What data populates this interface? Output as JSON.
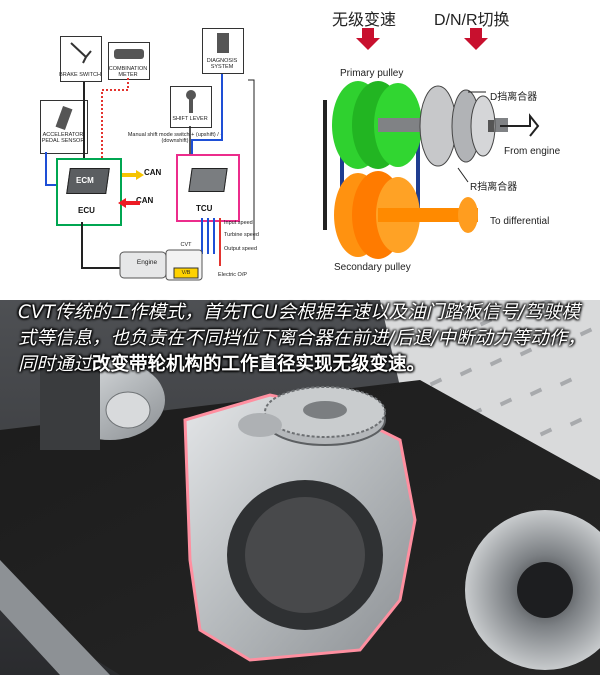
{
  "schematic": {
    "brake_switch": "BRAKE SWITCH",
    "combination_meter": "COMBINATION METER",
    "diagnosis_system": "DIAGNOSIS SYSTEM",
    "accelerator_sensor": "ACCELERATOR PEDAL SENSOR",
    "shift_lever": "SHIFT LEVER",
    "manual_note": "Manual shift mode switch + (upshift) / - (downshift)",
    "ecm": "ECM",
    "ecu": "ECU",
    "tcu": "TCU",
    "can_1": "CAN",
    "can_2": "CAN",
    "engine": "Engine",
    "cvt": "CVT",
    "vb": "V/B",
    "input_speed": "Input speed",
    "turbine_speed": "Turbine speed",
    "output_speed": "Output speed",
    "electric_op": "Electric O/P"
  },
  "pulley": {
    "title_left": "无级变速",
    "title_right": "D/N/R切换",
    "primary": "Primary pulley",
    "d_clutch": "D挡离合器",
    "from_engine": "From engine",
    "r_clutch": "R挡离合器",
    "to_diff": "To differential",
    "secondary": "Secondary pulley"
  },
  "caption": {
    "part1": "CVT传统的工作模式，首先TCU会根据车速以及油门踏板信号/驾驶模式等信息，也负责在不同挡位下离合器在前进/后退/中断动力等动作，同时通过",
    "part2": "改变带轮机构的工作直径实现无级变速。"
  }
}
